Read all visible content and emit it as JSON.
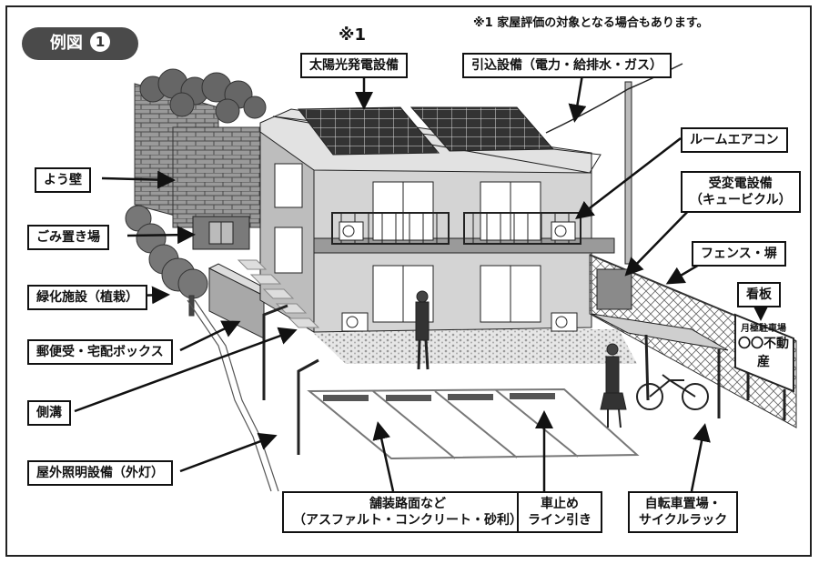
{
  "badge": {
    "label": "例図",
    "number": "1"
  },
  "note": "※1 家屋評価の対象となる場合もあります。",
  "mark1": "※1",
  "sign": {
    "small": "月極駐車場",
    "big": "〇〇不動産"
  },
  "labels": {
    "solar": "太陽光発電設備",
    "utility": "引込設備（電力・給排水・ガス）",
    "wall": "よう壁",
    "aircon": "ルームエアコン",
    "garbage": "ごみ置き場",
    "cubicle_line1": "受変電設備",
    "cubicle_line2": "（キュービクル）",
    "planting": "緑化施設（植栽）",
    "fence": "フェンス・塀",
    "signboard": "看板",
    "mailbox": "郵便受・宅配ボックス",
    "gutter": "側溝",
    "light": "屋外照明設備（外灯）",
    "paving_line1": "舗装路面など",
    "paving_line2": "（アスファルト・コンクリート・砂利）",
    "parking_line1": "車止め",
    "parking_line2": "ライン引き",
    "bicycle_line1": "自転車置場・",
    "bicycle_line2": "サイクルラック"
  }
}
